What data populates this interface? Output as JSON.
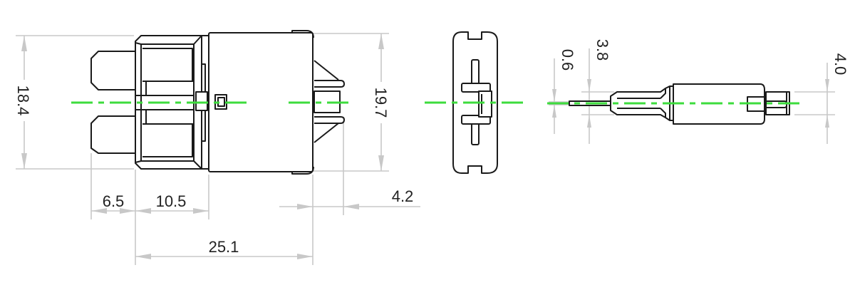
{
  "drawing": {
    "type": "mechanical dimension drawing",
    "views": [
      "front-view",
      "side-view",
      "top-view"
    ],
    "colors": {
      "outline": "#1a1a1a",
      "dimension": "#c8c8c8",
      "centerline": "#3ddc3d",
      "text": "#222222"
    }
  },
  "dimensions": {
    "height_body": "18.4",
    "height_total": "19.7",
    "blade_length": "6.5",
    "housing_length": "10.5",
    "button_protrusion": "4.2",
    "overall_length": "25.1",
    "blade_thickness": "0.6",
    "blade_base_width": "3.8",
    "button_width": "4.0"
  }
}
